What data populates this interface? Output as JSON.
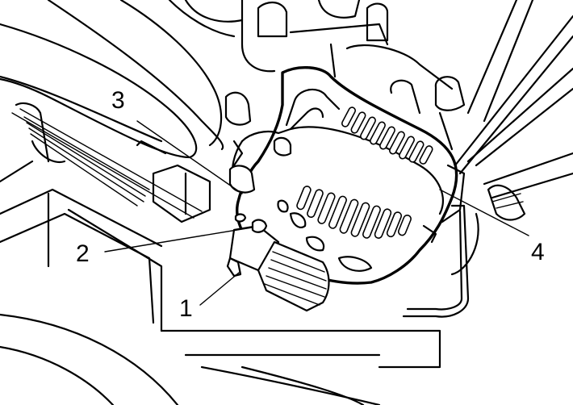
{
  "figure": {
    "callouts": [
      {
        "id": "1",
        "label": "1"
      },
      {
        "id": "2",
        "label": "2"
      },
      {
        "id": "3",
        "label": "3"
      },
      {
        "id": "4",
        "label": "4"
      }
    ]
  },
  "colors": {
    "line": "#000000",
    "background": "#ffffff"
  }
}
